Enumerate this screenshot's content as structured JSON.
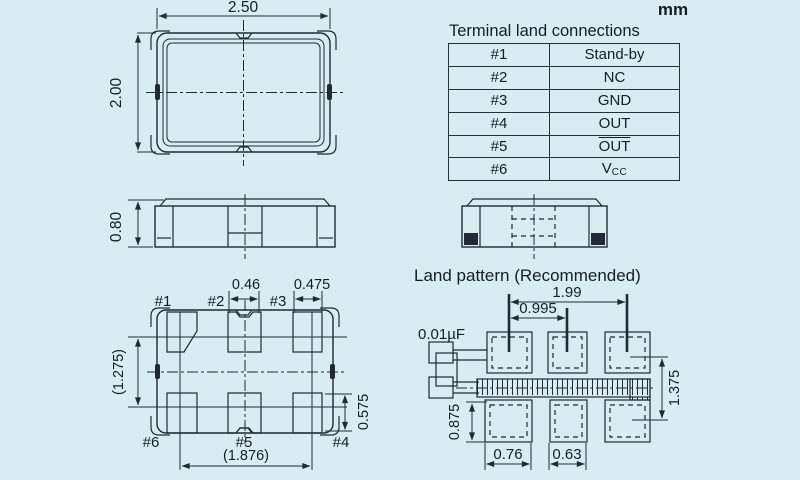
{
  "unit_label": "mm",
  "terminal_table": {
    "title": "Terminal land connections",
    "rows": [
      {
        "pin": "#1",
        "function": "Stand-by"
      },
      {
        "pin": "#2",
        "function": "NC"
      },
      {
        "pin": "#3",
        "function": "GND"
      },
      {
        "pin": "#4",
        "function": "OUT"
      },
      {
        "pin": "#5",
        "function": "OUT",
        "overline": true
      },
      {
        "pin": "#6",
        "function": "V",
        "function_sub": "CC"
      }
    ]
  },
  "package_top_view": {
    "width_mm": "2.50",
    "height_mm": "2.00"
  },
  "package_side_view": {
    "height_mm": "0.80"
  },
  "package_bottom_view": {
    "pads": [
      "#1",
      "#2",
      "#3",
      "#4",
      "#5",
      "#6"
    ],
    "pad2_width_mm": "0.46",
    "pad3_width_mm": "0.475",
    "row_pitch_mm": "(1.275)",
    "pad_height_mm": "0.575",
    "pad_span_mm": "(1.876)"
  },
  "land_pattern": {
    "title": "Land pattern (Recommended)",
    "capacitor_value": "0.01µF",
    "outer_pad_pitch_mm": "1.99",
    "adjacent_pad_pitch_mm": "0.995",
    "row_pitch_mm": "1.375",
    "pad_height_mm": "0.875",
    "pad_a_width_mm": "0.76",
    "pad_b_width_mm": "0.63"
  },
  "colors": {
    "background": "#d9ecf2",
    "line": "#1f2a36",
    "text": "#141e28"
  }
}
